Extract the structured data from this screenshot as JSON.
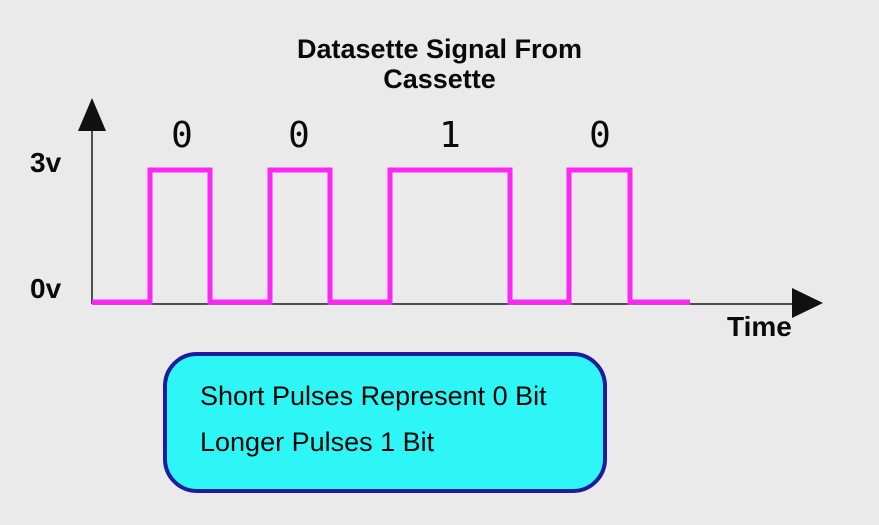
{
  "title": {
    "line1": "Datasette Signal From",
    "line2": "Cassette"
  },
  "axes": {
    "y_high_label": "3v",
    "y_low_label": "0v",
    "x_label": "Time"
  },
  "signal": {
    "bits": [
      "0",
      "0",
      "1",
      "0"
    ],
    "high_level": "3v",
    "low_level": "0v",
    "meaning_short_pulse": "0 bit",
    "meaning_long_pulse": "1 bit"
  },
  "waveform": {
    "points": [
      [
        92,
        302
      ],
      [
        150,
        302
      ],
      [
        150,
        170
      ],
      [
        210,
        170
      ],
      [
        210,
        302
      ],
      [
        270,
        302
      ],
      [
        270,
        170
      ],
      [
        330,
        170
      ],
      [
        330,
        302
      ],
      [
        390,
        302
      ],
      [
        390,
        170
      ],
      [
        510,
        170
      ],
      [
        510,
        302
      ],
      [
        569,
        302
      ],
      [
        569,
        170
      ],
      [
        630,
        170
      ],
      [
        630,
        302
      ],
      [
        690,
        302
      ]
    ]
  },
  "legend_box": {
    "line1": "Short Pulses Represent 0 Bit",
    "line2": "Longer Pulses 1 Bit"
  },
  "colors": {
    "background": "#EAEAEA",
    "waveform": "#FA28F2",
    "axis": "#1A1A1A",
    "box_fill": "#2FF6F6",
    "box_border": "#1C1C9C",
    "text": "#0A0A0A"
  }
}
